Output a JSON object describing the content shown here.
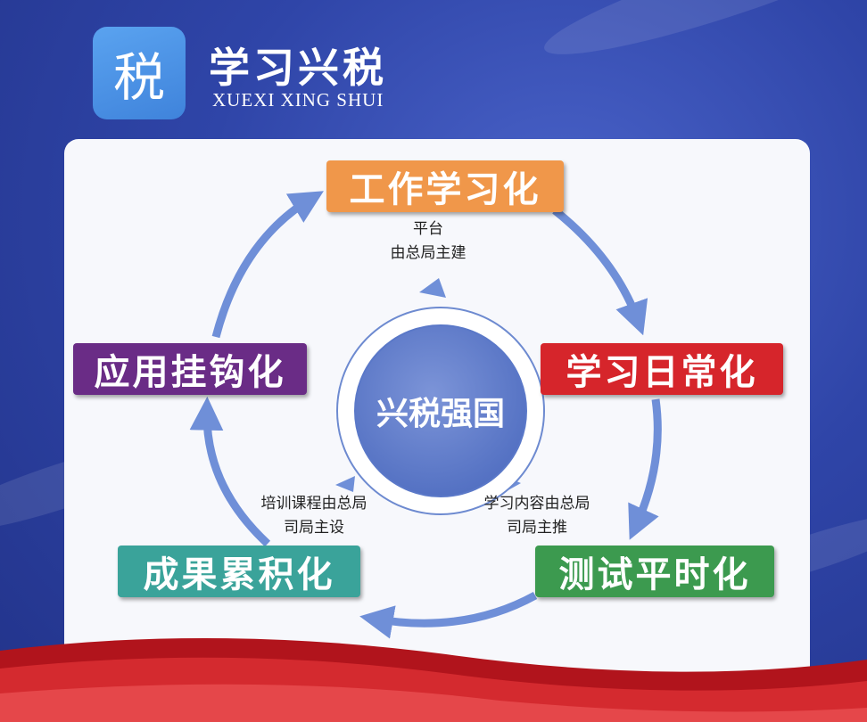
{
  "brand": {
    "logo_char": "税",
    "title": "学习兴税",
    "subtitle": "XUEXI XING SHUI"
  },
  "diagram": {
    "center": "兴税强国",
    "stages": [
      {
        "label": "工作学习化",
        "color": "#f0974a"
      },
      {
        "label": "学习日常化",
        "color": "#d6252b"
      },
      {
        "label": "测试平时化",
        "color": "#3c9a4f"
      },
      {
        "label": "成果累积化",
        "color": "#3aa39a"
      },
      {
        "label": "应用挂钩化",
        "color": "#6a2c86"
      }
    ],
    "notes": {
      "top": [
        "平台",
        "由总局主建"
      ],
      "left": [
        "培训课程由总局",
        "司局主设"
      ],
      "right": [
        "学习内容由总局",
        "司局主推"
      ]
    },
    "arrow_color": "#6f8fd8"
  }
}
